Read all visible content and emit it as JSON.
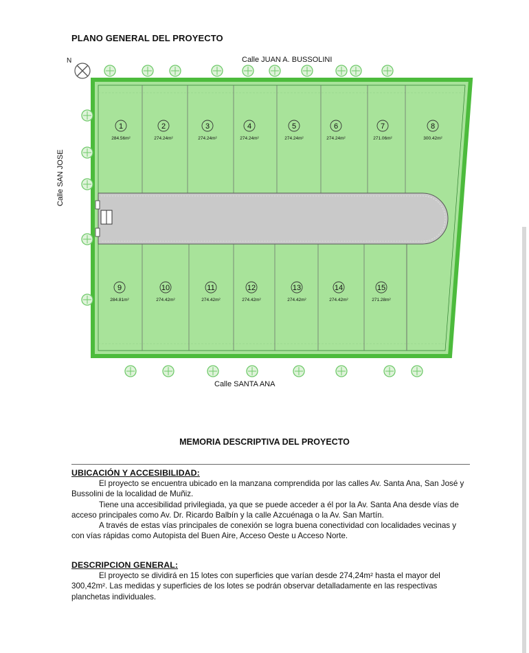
{
  "header": {
    "title": "PLANO GENERAL DEL PROYECTO"
  },
  "plan": {
    "north_label": "N",
    "street_top": "Calle JUAN A. BUSSOLINI",
    "street_bottom": "Calle  SANTA ANA",
    "street_left": "Calle SAN JOSE",
    "lots_top": [
      {
        "num": "1",
        "area": "284.56m²"
      },
      {
        "num": "2",
        "area": "274.24m²"
      },
      {
        "num": "3",
        "area": "274.24m²"
      },
      {
        "num": "4",
        "area": "274.24m²"
      },
      {
        "num": "5",
        "area": "274.24m²"
      },
      {
        "num": "6",
        "area": "274.24m²"
      },
      {
        "num": "7",
        "area": "271.06m²"
      },
      {
        "num": "8",
        "area": "300.42m²"
      }
    ],
    "lots_bottom": [
      {
        "num": "9",
        "area": "284.81m²"
      },
      {
        "num": "10",
        "area": "274.42m²"
      },
      {
        "num": "11",
        "area": "274.42m²"
      },
      {
        "num": "12",
        "area": "274.42m²"
      },
      {
        "num": "13",
        "area": "274.42m²"
      },
      {
        "num": "14",
        "area": "274.42m²"
      },
      {
        "num": "15",
        "area": "271.28m²"
      }
    ],
    "colors": {
      "lot_fill": "#a8e39a",
      "border": "#4cbb3c",
      "road": "#c9c9c9",
      "tree": "#6fc96a"
    }
  },
  "memoria": {
    "title": "MEMORIA DESCRIPTIVA DEL PROYECTO",
    "section1": {
      "heading": "UBICACIÓN Y ACCESIBILIDAD:",
      "p1": "El proyecto se encuentra ubicado en la manzana comprendida por las calles Av. Santa Ana, San José y Bussolini de la localidad de Muñiz.",
      "p2": "Tiene una accesibilidad privilegiada, ya que se puede acceder a él por la Av. Santa Ana desde vías de acceso principales como Av. Dr. Ricardo Balbín y la calle Azcuénaga o la Av. San Martín.",
      "p3": "A través de estas vías principales de conexión se logra buena conectividad con localidades vecinas y con vías rápidas como Autopista del Buen Aire, Acceso Oeste u Acceso Norte."
    },
    "section2": {
      "heading": "DESCRIPCION GENERAL:",
      "p1": "El proyecto se dividirá en 15 lotes con superficies que varían desde 274,24m² hasta el mayor del 300,42m². Las medidas y superficies de los lotes se podrán observar detalladamente en las respectivas planchetas individuales."
    }
  }
}
